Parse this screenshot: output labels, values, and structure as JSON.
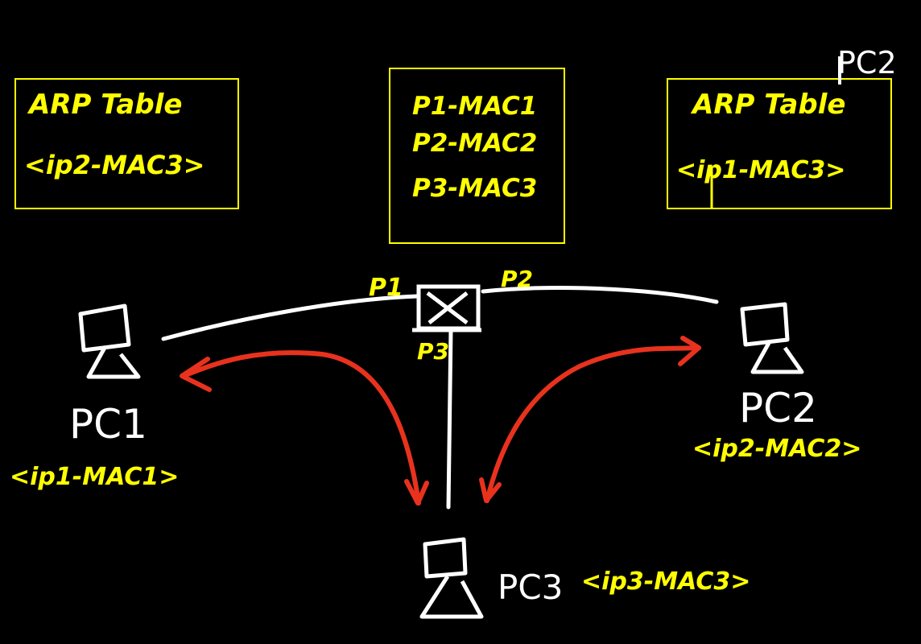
{
  "arp_table_left": {
    "title": "ARP Table",
    "entry": "<ip2-MAC3>"
  },
  "switch_table": {
    "rows": [
      "P1-MAC1",
      "P2-MAC2",
      "P3-MAC3"
    ]
  },
  "arp_table_right": {
    "title": "ARP Table",
    "entry": "<ip1-MAC3>"
  },
  "corner_label": "PC2",
  "ports": {
    "p1": "P1",
    "p2": "P2",
    "p3": "P3"
  },
  "pc1": {
    "name": "PC1",
    "address": "<ip1-MAC1>"
  },
  "pc2": {
    "name": "PC2",
    "address": "<ip2-MAC2>"
  },
  "pc3": {
    "name": "PC3",
    "address": "<ip3-MAC3>"
  },
  "colors": {
    "background": "#000000",
    "annotation": "#ffff00",
    "device": "#ffffff",
    "traffic_arrow": "#e8321e"
  }
}
